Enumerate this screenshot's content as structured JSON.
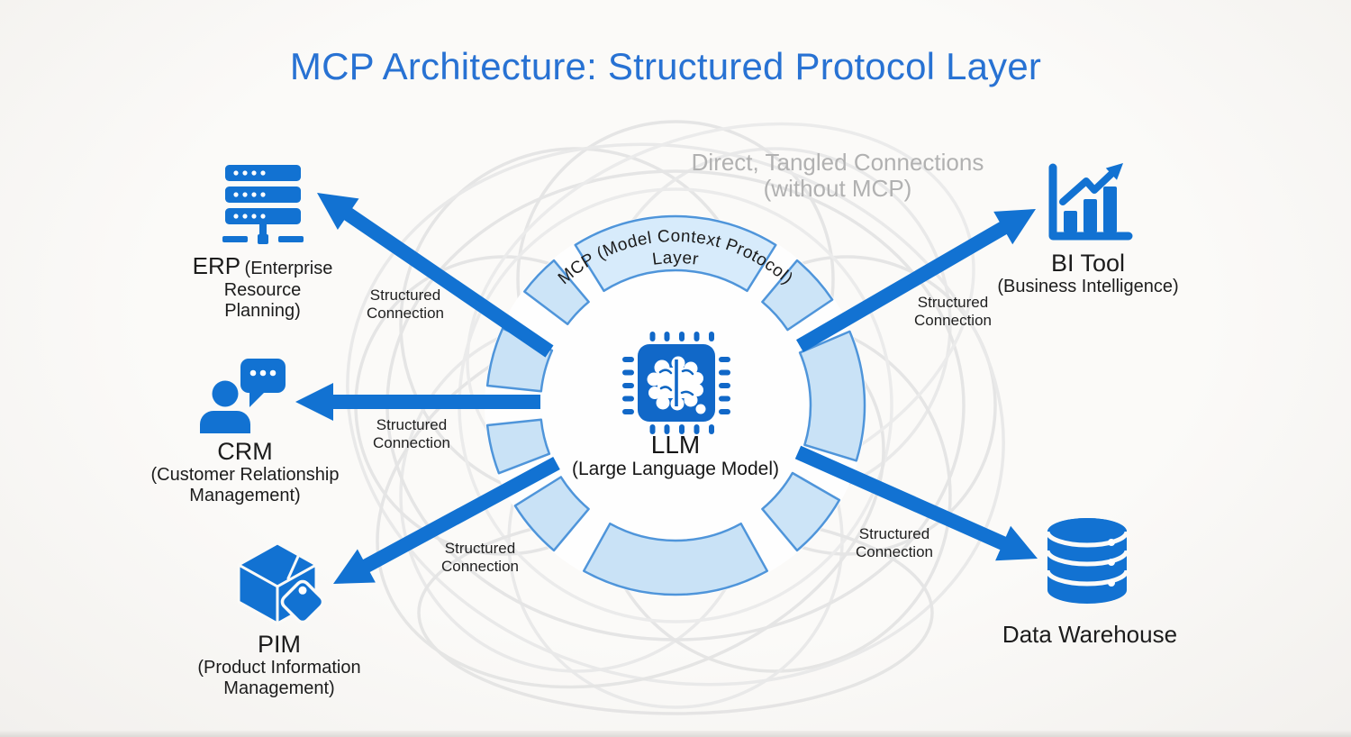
{
  "title": "MCP Architecture: Structured Protocol Layer",
  "background_note": {
    "line1": "Direct, Tangled Connections",
    "line2": "(without MCP)"
  },
  "ring": {
    "label_line1": "MCP (Model Context Protocol)",
    "label_line2": "Layer"
  },
  "center": {
    "name": "LLM",
    "detail": "(Large Language Model)",
    "icon": "chip-brain-icon"
  },
  "connection_label": {
    "line1": "Structured",
    "line2": "Connection"
  },
  "systems": [
    {
      "id": "erp",
      "name": "ERP",
      "detail": "(Enterprise Resource Planning)",
      "icon": "server-icon"
    },
    {
      "id": "crm",
      "name": "CRM",
      "detail": "(Customer Relationship Management)",
      "icon": "user-chat-icon"
    },
    {
      "id": "pim",
      "name": "PIM",
      "detail": "(Product Information Management)",
      "icon": "package-tag-icon"
    },
    {
      "id": "bi",
      "name": "BI Tool",
      "detail": "(Business Intelligence)",
      "icon": "bar-chart-icon"
    },
    {
      "id": "dw",
      "name": "Data Warehouse",
      "detail": "",
      "icon": "database-icon"
    }
  ],
  "colors": {
    "accent_blue": "#1272d2",
    "icon_blue": "#1168c8",
    "ring_fill": "#cde5f8",
    "ring_stroke": "#4f95da",
    "title_blue": "#2872d3",
    "muted_gray": "#b1b1b1",
    "text_dark": "#1c1c1c",
    "tangle_gray": "#e3e3e3"
  }
}
